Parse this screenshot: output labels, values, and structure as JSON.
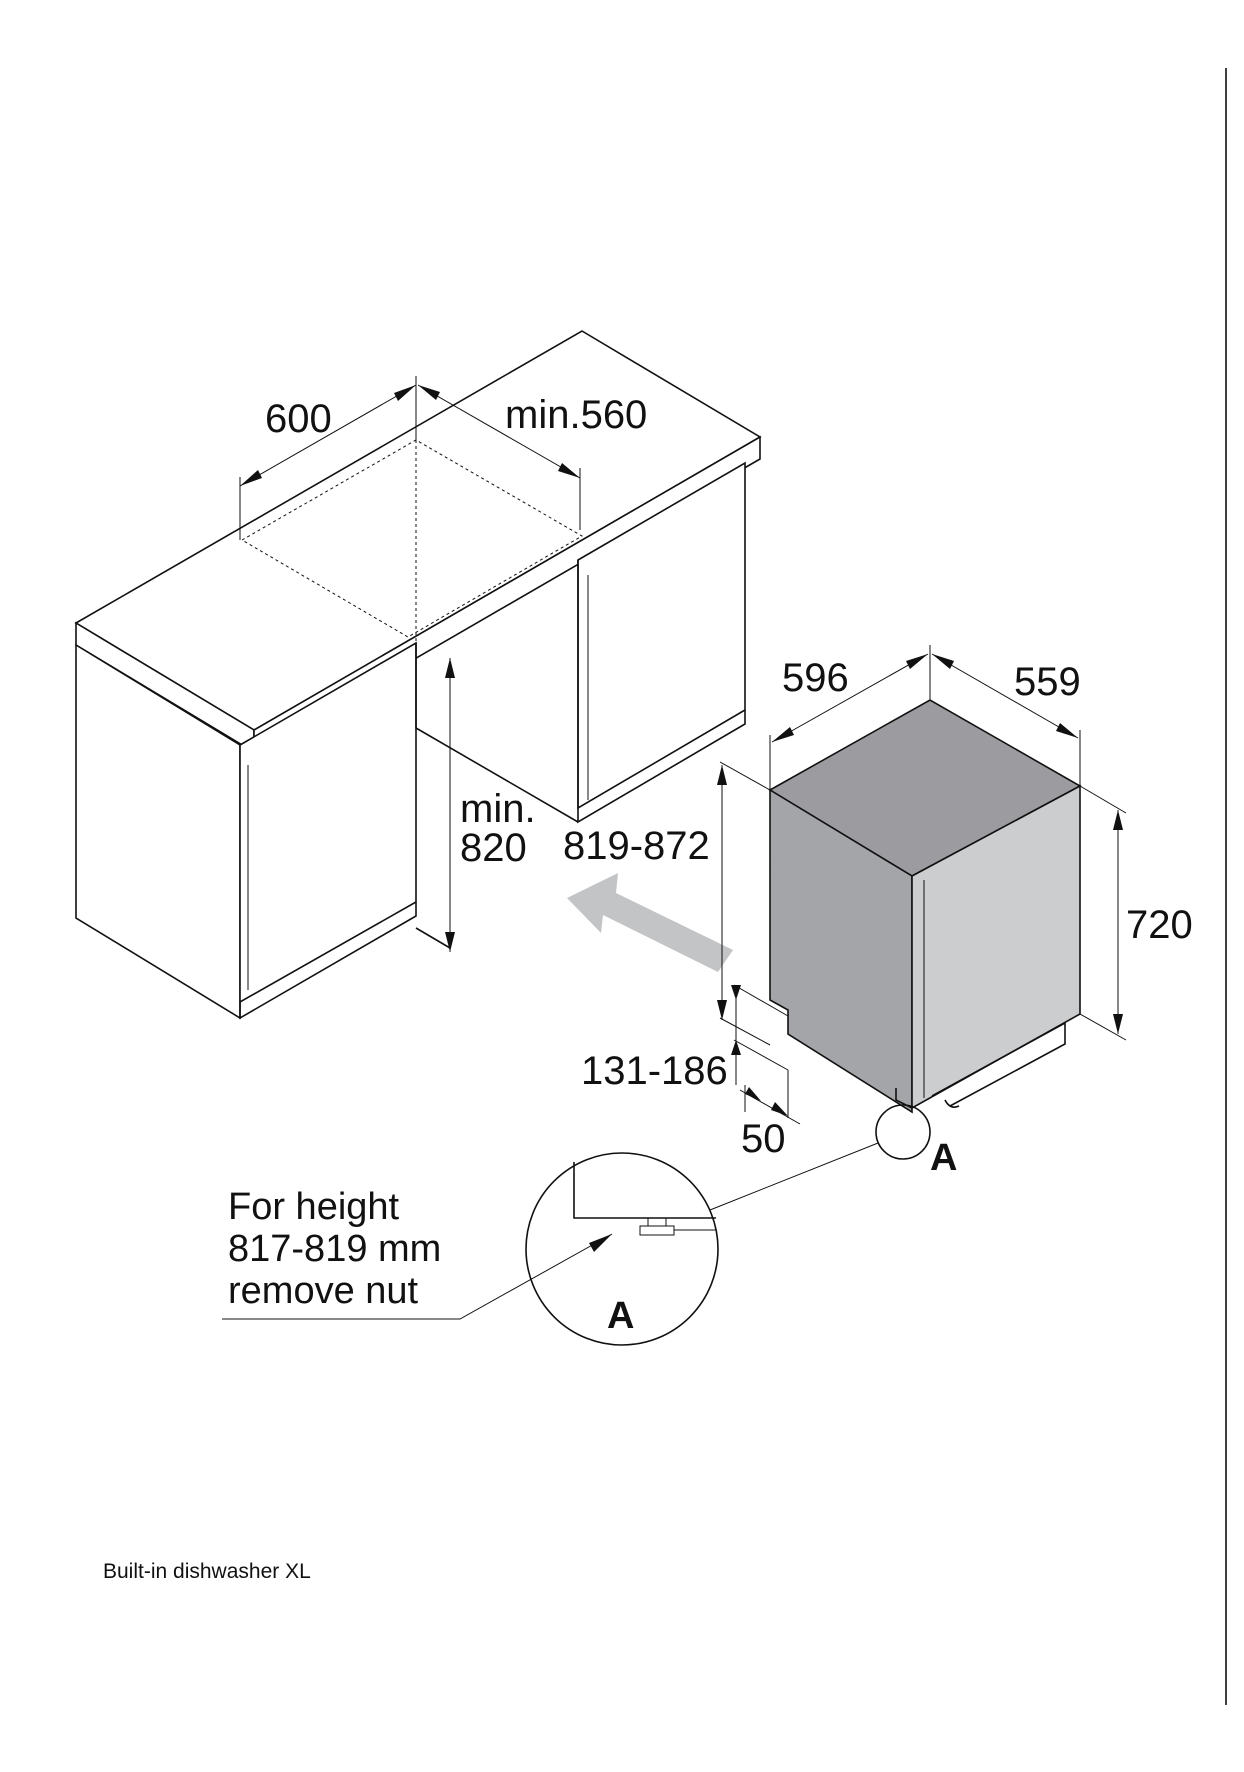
{
  "dimensions": {
    "niche_width": "600",
    "niche_depth": "min.560",
    "niche_height_top": "min.",
    "niche_height_bottom": "820",
    "height_range": "819-872",
    "appliance_width": "596",
    "appliance_depth": "559",
    "appliance_height": "720",
    "plinth_range": "131-186",
    "plinth_offset": "50"
  },
  "note": {
    "line1": "For height",
    "line2": "817-819 mm",
    "line3": "remove nut"
  },
  "detail": {
    "marker_label": "A",
    "circle_label": "A"
  },
  "caption": "Built-in dishwasher XL",
  "colors": {
    "appliance_side": "#a4a5a9",
    "appliance_top": "#9c9ca0",
    "appliance_door": "#cccdcf",
    "arrow": "#c3c4c6",
    "line": "#111111"
  }
}
